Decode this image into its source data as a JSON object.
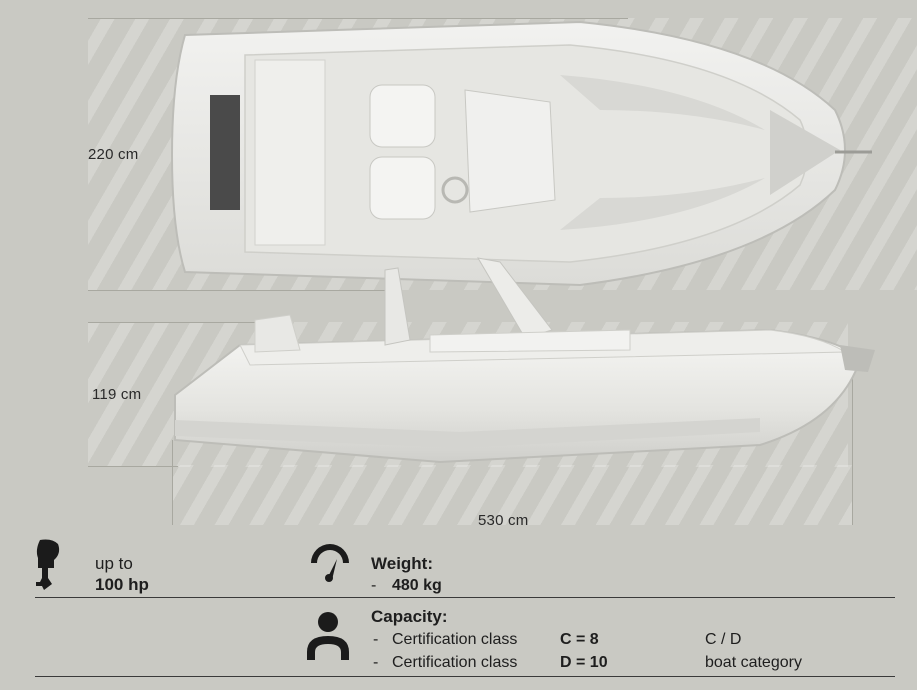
{
  "dimensions": {
    "width": "220 cm",
    "height": "119 cm",
    "length": "530 cm"
  },
  "specs": {
    "engine": {
      "line1": "up to",
      "line2": "100 hp",
      "icon": "outboard-motor-icon"
    },
    "weight": {
      "heading": "Weight:",
      "dash": "-",
      "value": "480 kg",
      "icon": "gauge-icon"
    },
    "capacity": {
      "heading": "Capacity:",
      "icon": "person-icon",
      "items": [
        {
          "dash": "-",
          "label": "Certification class",
          "class_value": "C = 8"
        },
        {
          "dash": "-",
          "label": "Certification class",
          "class_value": "D = 10"
        }
      ],
      "category_code": "C / D",
      "category_label": "boat category"
    }
  }
}
